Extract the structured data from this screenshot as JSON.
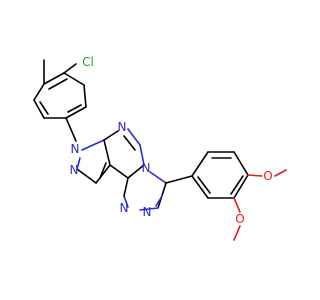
{
  "molecule": {
    "atoms": {
      "n_pyrazole_1": "N",
      "n_pyrazole_2": "N",
      "n_pyrimidine": "N",
      "n_triazole_bridge": "N",
      "n_triazole_a": "N",
      "n_triazole_b": "N",
      "chlorine": "Cl",
      "oxygen_1": "O",
      "oxygen_2": "O"
    }
  },
  "colors": {
    "nitrogen": "#2a2adb",
    "oxygen": "#e02020",
    "chlorine": "#2aa02a",
    "carbon": "#000000",
    "background": "#ffffff"
  }
}
